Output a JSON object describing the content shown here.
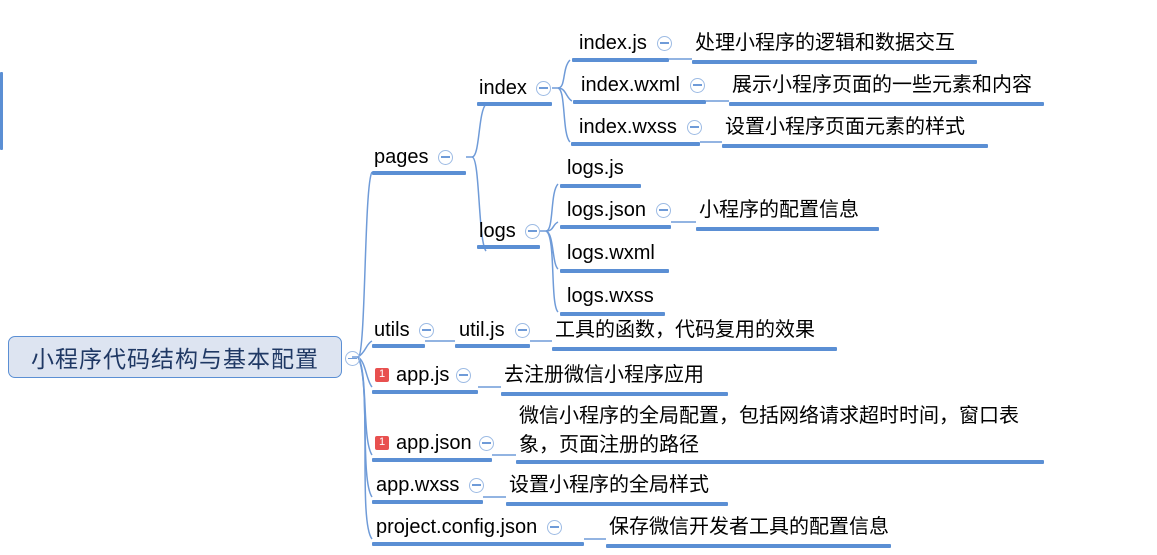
{
  "diagram": {
    "type": "mindmap",
    "title": "小程序代码结构与基本配置",
    "root": {
      "label": "小程序代码结构与基本配置",
      "toggle_icon": "collapse-minus-icon"
    },
    "colors": {
      "branch_line": "#5b8fd4",
      "underline": "#5b8fd4",
      "root_fill": "#dde4f1",
      "root_border": "#5b8fd4",
      "root_text": "#1f3864",
      "badge_red": "#e8504f",
      "node_text": "#000000",
      "toggle_stroke": "#9dbbe4"
    },
    "nodes": {
      "pages": "pages",
      "index": "index",
      "index_js": "index.js",
      "index_js_desc": "处理小程序的逻辑和数据交互",
      "index_wxml": "index.wxml",
      "index_wxml_desc": "展示小程序页面的一些元素和内容",
      "index_wxss": "index.wxss",
      "index_wxss_desc": "设置小程序页面元素的样式",
      "logs": "logs",
      "logs_js": "logs.js",
      "logs_json": "logs.json",
      "logs_json_desc": "小程序的配置信息",
      "logs_wxml": "logs.wxml",
      "logs_wxss": "logs.wxss",
      "utils": "utils",
      "util_js": "util.js",
      "util_js_desc": "工具的函数，代码复用的效果",
      "app_js": "app.js",
      "app_js_badge": "1",
      "app_js_desc": "去注册微信小程序应用",
      "app_json": "app.json",
      "app_json_badge": "1",
      "app_json_desc": "微信小程序的全局配置，包括网络请求超时时间，窗口表象，页面注册的路径",
      "app_wxss": "app.wxss",
      "app_wxss_desc": "设置小程序的全局样式",
      "project_config_json": "project.config.json",
      "project_config_json_desc": "保存微信开发者工具的配置信息"
    }
  }
}
